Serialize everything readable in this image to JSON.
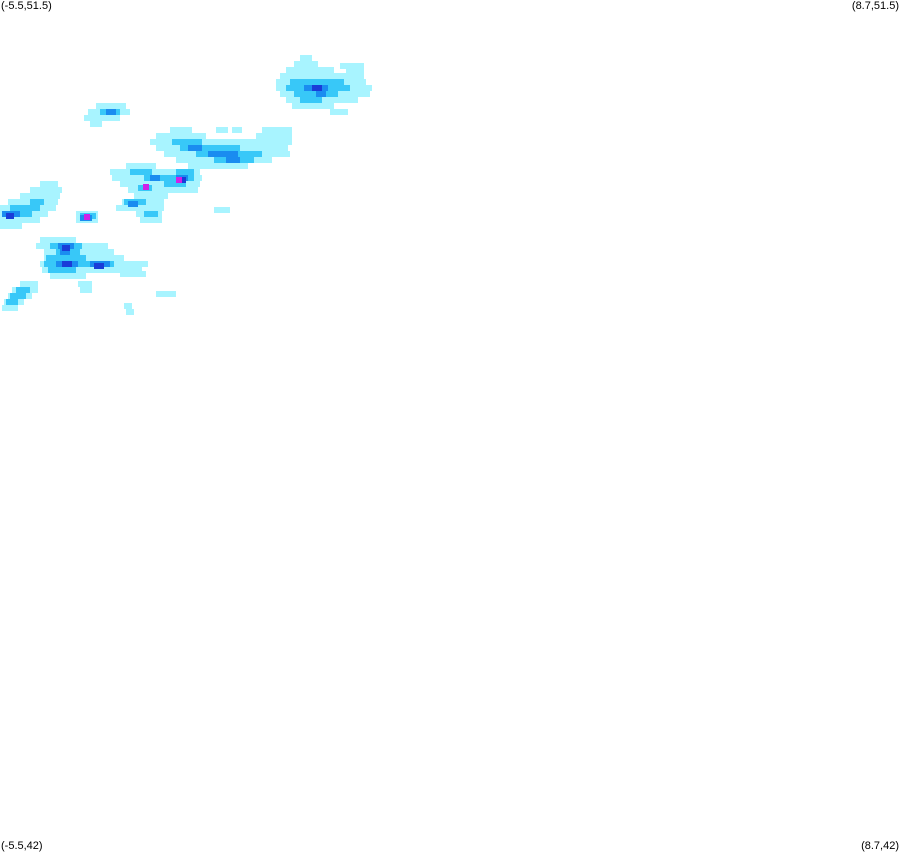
{
  "corners": {
    "top_left": "(-5.5,51.5)",
    "top_right": "(8.7,51.5)",
    "bottom_left": "(-5.5,42)",
    "bottom_right": "(8.7,42)"
  },
  "colors": {
    "background": "#ffffff",
    "level_1": "#a8f4ff",
    "level_2": "#38c8f8",
    "level_3": "#1a8cf0",
    "level_4": "#1a3cd8",
    "level_5": "#d020e8"
  }
}
